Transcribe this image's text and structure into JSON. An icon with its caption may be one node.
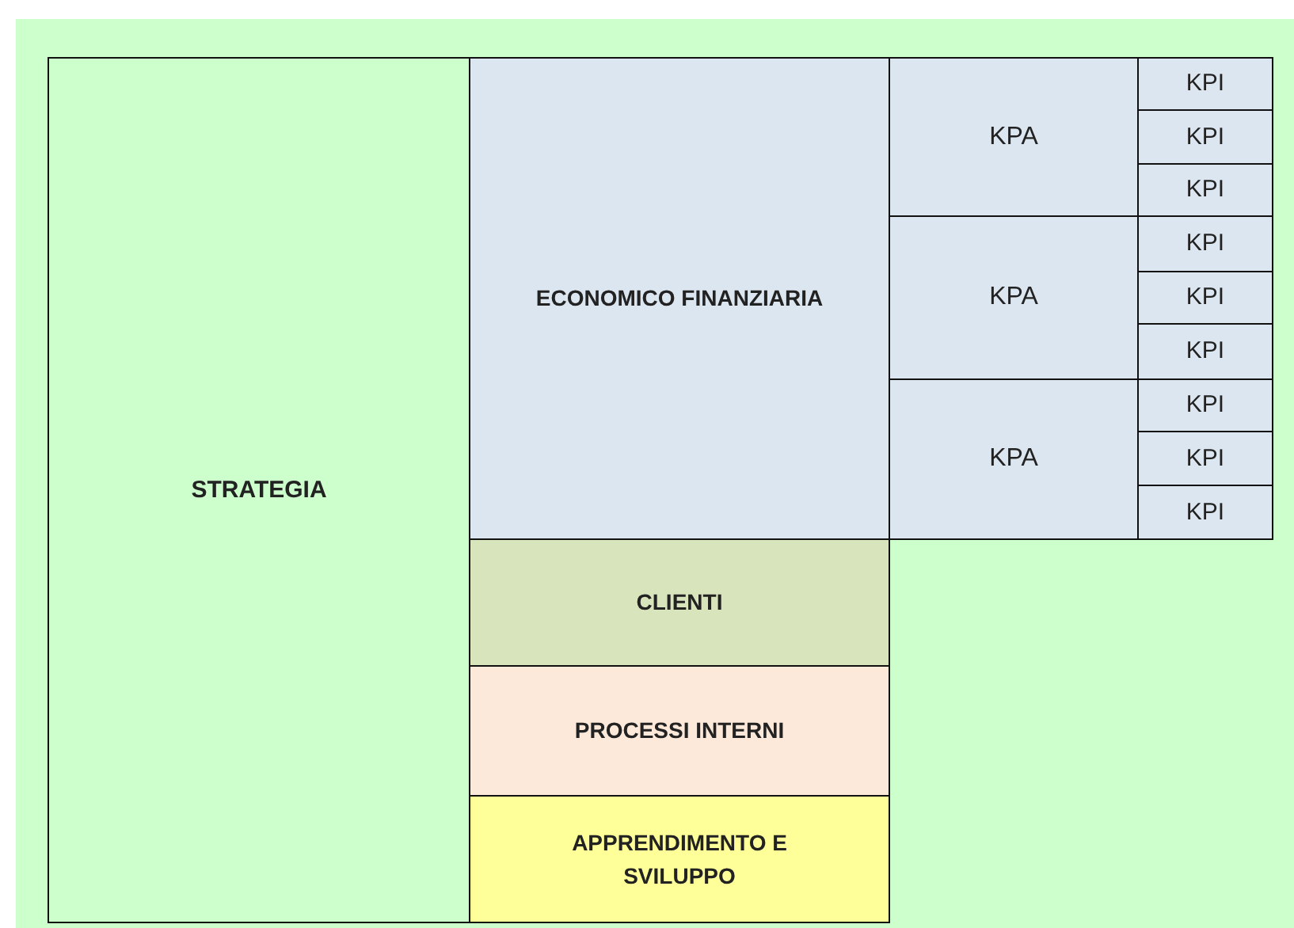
{
  "diagram": {
    "nodes": [
      {
        "text": [
          "STRATEGIA"
        ]
      },
      {
        "text": [
          "ECONOMICO FINANZIARIA"
        ]
      },
      {
        "text": [
          "KPA"
        ]
      },
      {
        "text": [
          "KPI"
        ]
      },
      {
        "text": [
          "KPI"
        ]
      },
      {
        "text": [
          "KPI"
        ]
      },
      {
        "text": [
          "KPA"
        ]
      },
      {
        "text": [
          "KPI"
        ]
      },
      {
        "text": [
          "KPI"
        ]
      },
      {
        "text": [
          "KPI"
        ]
      },
      {
        "text": [
          "KPA"
        ]
      },
      {
        "text": [
          "KPI"
        ]
      },
      {
        "text": [
          "KPI"
        ]
      },
      {
        "text": [
          "KPI"
        ]
      },
      {
        "text": [
          "CLIENTI"
        ]
      },
      {
        "text": [
          "PROCESSI INTERNI"
        ]
      },
      {
        "text": [
          "APPRENDIMENTO E SVILUPPO"
        ]
      }
    ]
  }
}
